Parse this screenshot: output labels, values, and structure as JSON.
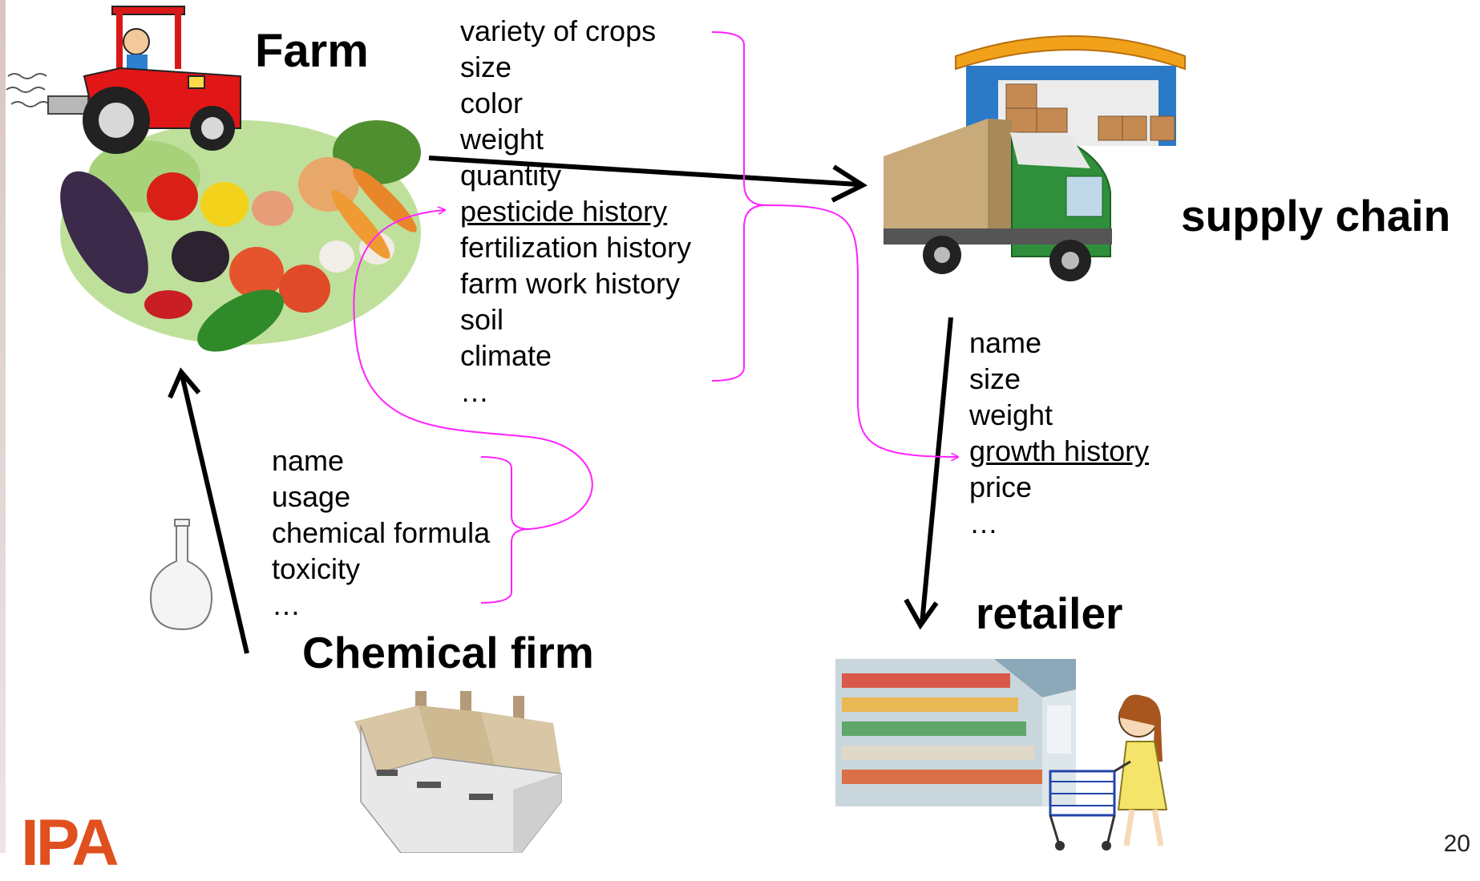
{
  "farm": {
    "title": "Farm",
    "attributes": [
      "variety of crops",
      "size",
      "color",
      "weight",
      "quantity",
      "pesticide history",
      "fertilization history",
      "farm work history",
      "soil",
      "climate",
      "…"
    ]
  },
  "supply_chain": {
    "title": "supply chain"
  },
  "retailer": {
    "title": "retailer",
    "attributes": [
      "name",
      "size",
      "weight",
      "growth history",
      "price",
      "…"
    ]
  },
  "chemical_firm": {
    "title": "Chemical firm",
    "attributes": [
      "name",
      "usage",
      "chemical formula",
      "toxicity",
      "…"
    ]
  },
  "page_number": "20",
  "logo_text": "IPA",
  "colors": {
    "link_line": "#ff22ff",
    "flow_arrow": "#000000",
    "logo": "#e0501e"
  },
  "icons": [
    "tractor-icon",
    "vegetables-image",
    "warehouse-icon",
    "truck-icon",
    "flask-icon",
    "factory-icon",
    "supermarket-image",
    "shopper-icon"
  ]
}
